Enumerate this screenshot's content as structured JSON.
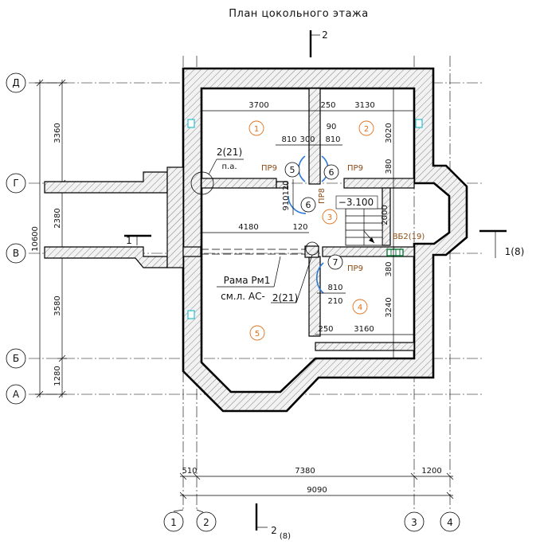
{
  "title": "План цокольного этажа",
  "axes_letters": [
    "Д",
    "Г",
    "В",
    "Б",
    "А"
  ],
  "axes_numbers": [
    "1",
    "2",
    "3",
    "4"
  ],
  "left_dims": {
    "total": "10600",
    "d_g": "3360",
    "g_v": "2380",
    "v_b": "3580",
    "b_a": "1280"
  },
  "bottom_dims": {
    "d1_2": "510",
    "d2_3": "7380",
    "d3_4": "1200",
    "total": "9090"
  },
  "room_dims": {
    "top_left": "3700",
    "top_wall": "250",
    "top_right": "3130",
    "door_810a": "810",
    "door_300": "300",
    "door_90": "90",
    "door_810b": "810",
    "right_3020": "3020",
    "right_380a": "380",
    "vert_910": "910",
    "vert_120a": "120",
    "hall_4180": "4180",
    "hall_120b": "120",
    "stair_2000": "2000",
    "right_380b": "380",
    "door_810c": "810",
    "door_210": "210",
    "right_3240": "3240",
    "bot_wall": "250",
    "bot_right": "3160"
  },
  "level_mark": "−3.100",
  "rooms": [
    "1",
    "2",
    "3",
    "4",
    "5"
  ],
  "door_marks": [
    "5",
    "6",
    "6",
    "7"
  ],
  "labels": {
    "pr9_a": "ПР9",
    "pr9_b": "ПР9",
    "pr9_c": "ПР9",
    "pr8": "ПР8",
    "vb2": "ВБ2(19)",
    "node_top": "2(21)",
    "node_top_sub": "п.а.",
    "frame_title": "Рама Рм1",
    "frame_ref": "см.л. АС-",
    "node_bottom": "2(21)"
  },
  "cuts": {
    "top": "2",
    "bottom": "2",
    "bottom_sub": "(8)",
    "left": "1",
    "right": "1(8)"
  },
  "colors": {
    "room_number": "#e0701b",
    "door_mark": "#8a4a14",
    "door_arc": "#2b78d8",
    "vent": "#00b4c8"
  }
}
